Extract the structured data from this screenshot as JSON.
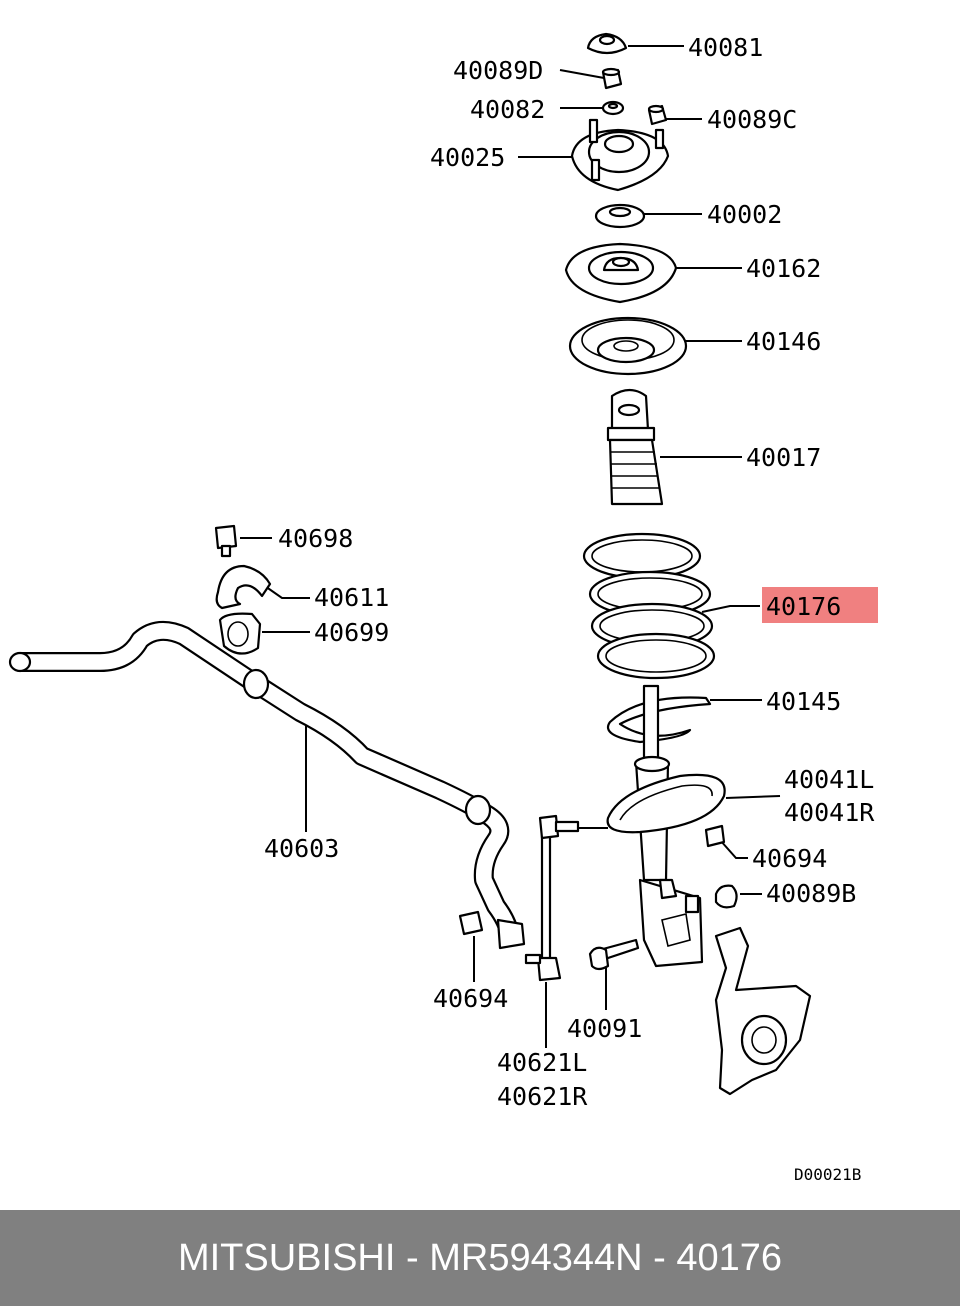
{
  "diagram": {
    "callouts": [
      {
        "id": "c40081",
        "text": "40081"
      },
      {
        "id": "c40089D",
        "text": "40089D"
      },
      {
        "id": "c40082",
        "text": "40082"
      },
      {
        "id": "c40089C",
        "text": "40089C"
      },
      {
        "id": "c40025",
        "text": "40025"
      },
      {
        "id": "c40002",
        "text": "40002"
      },
      {
        "id": "c40162",
        "text": "40162"
      },
      {
        "id": "c40146",
        "text": "40146"
      },
      {
        "id": "c40017",
        "text": "40017"
      },
      {
        "id": "c40698",
        "text": "40698"
      },
      {
        "id": "c40611",
        "text": "40611"
      },
      {
        "id": "c40699",
        "text": "40699"
      },
      {
        "id": "c40176",
        "text": "40176",
        "highlighted": true
      },
      {
        "id": "c40145",
        "text": "40145"
      },
      {
        "id": "c40041L",
        "text": "40041L"
      },
      {
        "id": "c40041R",
        "text": "40041R"
      },
      {
        "id": "c40603",
        "text": "40603"
      },
      {
        "id": "c40694a",
        "text": "40694"
      },
      {
        "id": "c40089B",
        "text": "40089B"
      },
      {
        "id": "c40694b",
        "text": "40694"
      },
      {
        "id": "c40091",
        "text": "40091"
      },
      {
        "id": "c40621L",
        "text": "40621L"
      },
      {
        "id": "c40621R",
        "text": "40621R"
      }
    ],
    "drawing_code": "D00021B",
    "highlight_color": "#f08080"
  },
  "footer": {
    "brand": "MITSUBISHI",
    "part_number": "MR594344",
    "ref_prefix": "N",
    "ref_number": "40176"
  }
}
